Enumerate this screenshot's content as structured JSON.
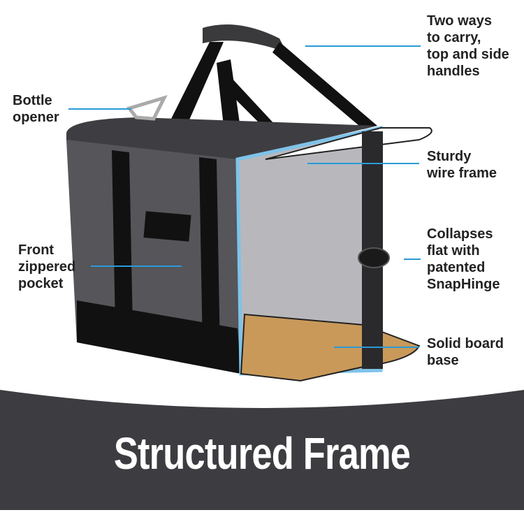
{
  "labels": {
    "carry": "Two ways\nto carry,\ntop and side\nhandles",
    "bottle": "Bottle\nopener",
    "frame": "Sturdy\nwire frame",
    "hinge": "Collapses\nflat with\npatented\nSnapHinge",
    "pocket": "Front\nzippered\npocket",
    "base": "Solid board\nbase"
  },
  "title": "Structured Frame",
  "colors": {
    "accent": "#2a9ad6",
    "band": "#3d3c40",
    "bag": "#4a4a4e",
    "board": "#c9995a"
  }
}
